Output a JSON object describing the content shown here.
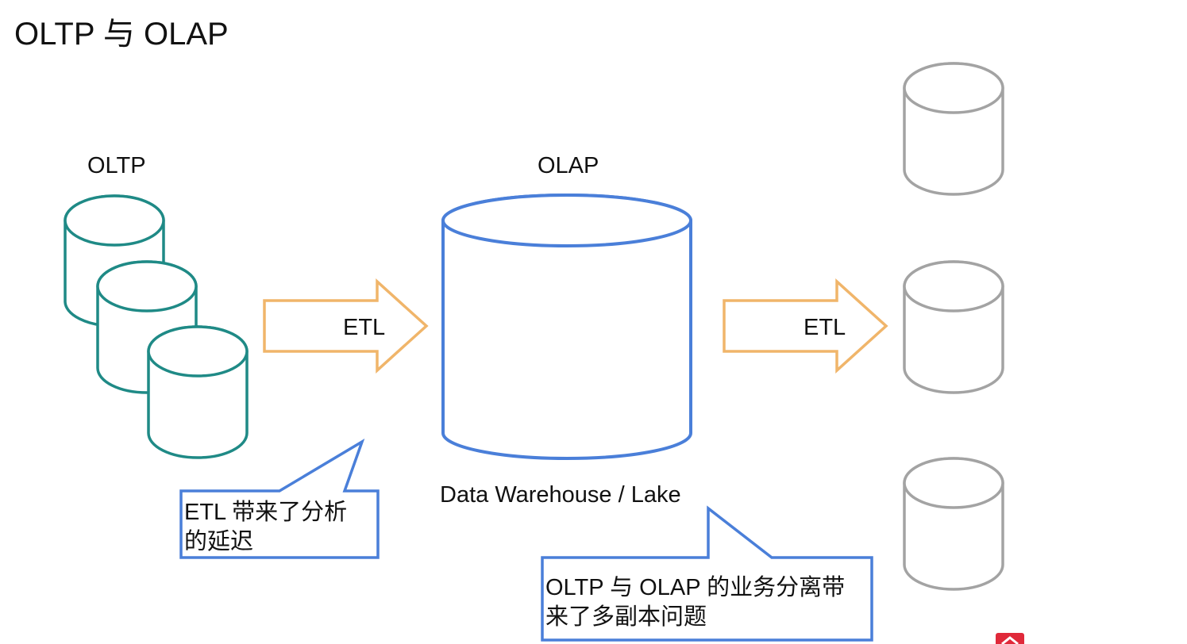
{
  "slide": {
    "title": "OLTP 与 OLAP"
  },
  "diagram": {
    "oltp_label": "OLTP",
    "olap_label": "OLAP",
    "warehouse_label": "Data Warehouse / Lake",
    "etl_left_label": "ETL",
    "etl_right_label": "ETL",
    "callout_left": [
      "ETL 带来了分析",
      "的延迟"
    ],
    "callout_right": [
      "OLTP 与 OLAP 的业务分离带",
      "来了多副本问题"
    ]
  },
  "colors": {
    "oltp_cylinder": "#1f8a86",
    "olap_cylinder": "#4a7fd9",
    "replica_cylinder": "#a3a3a3",
    "etl_arrow": "#f0b56a",
    "callout_border": "#4a7fd9",
    "logo": "#e0293a"
  }
}
